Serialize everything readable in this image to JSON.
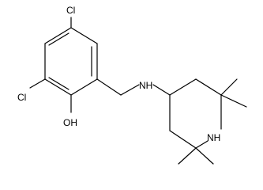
{
  "molecule": {
    "atoms": {
      "cl_top": "Cl",
      "cl_left": "Cl",
      "hydroxyl": "OH",
      "amine": "NH",
      "ring_nh": "NH"
    },
    "colors": {
      "bond": "#000000",
      "label": "#000000",
      "background": "#ffffff"
    }
  }
}
